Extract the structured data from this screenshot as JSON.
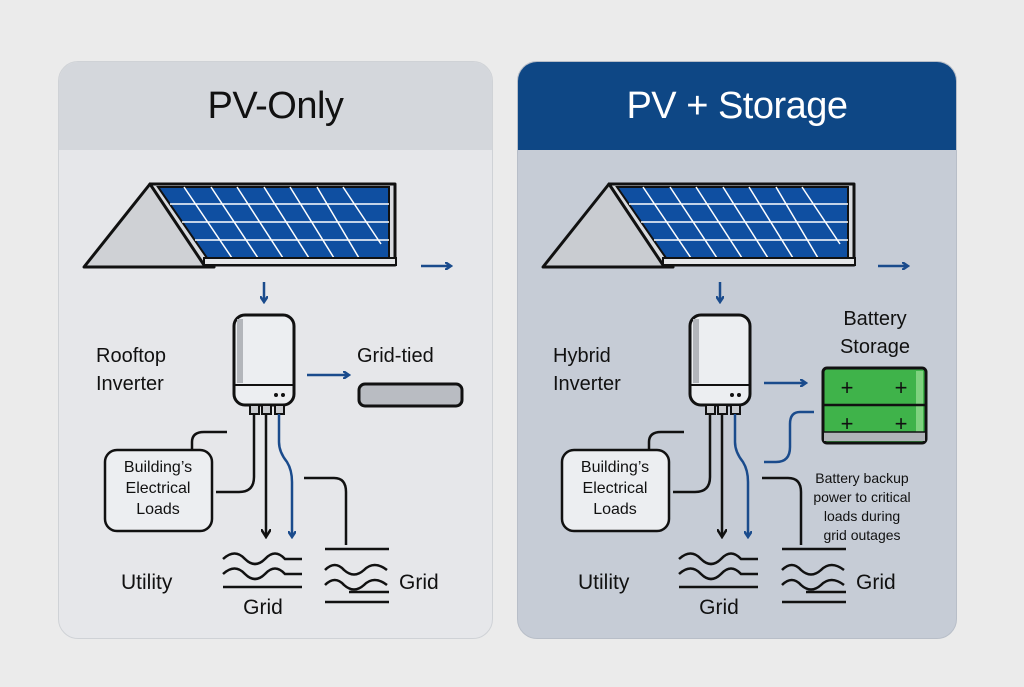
{
  "colors": {
    "page_background": "#ebebeb",
    "left_panel": "#e6e7ea",
    "right_panel": "#c6ccd6",
    "right_header": "#0e4785",
    "solar_panel": "#0f4fa1",
    "arrow_blue": "#1a4b8c",
    "battery_green": "#3fb34a"
  },
  "panels": [
    {
      "title": "PV-Only",
      "inverter_label": [
        "Rooftop",
        "Inverter"
      ],
      "side_label": "Grid-tied",
      "loads_label": [
        "Building’s",
        "Electrical",
        "Loads"
      ],
      "utility_label": "Utility",
      "grid_label_bottom": "Grid",
      "grid_label_right": "Grid",
      "icons": [
        "solar-roof-icon",
        "inverter-icon",
        "grid-tied-meter-icon",
        "utility-grid-icon",
        "grid-icon"
      ]
    },
    {
      "title": "PV + Storage",
      "inverter_label": [
        "Hybrid",
        "Inverter"
      ],
      "battery_label": [
        "Battery",
        "Storage"
      ],
      "loads_label": [
        "Building’s",
        "Electrical",
        "Loads"
      ],
      "utility_label": "Utility",
      "grid_label_bottom": "Grid",
      "grid_label_right": "Grid",
      "backup_note": [
        "Battery  backup",
        "power to critical",
        "loads during",
        "grid outages"
      ],
      "battery_terminals": [
        "+",
        "+",
        "+",
        "+"
      ],
      "icons": [
        "solar-roof-icon",
        "inverter-icon",
        "battery-icon",
        "utility-grid-icon",
        "grid-icon"
      ]
    }
  ]
}
